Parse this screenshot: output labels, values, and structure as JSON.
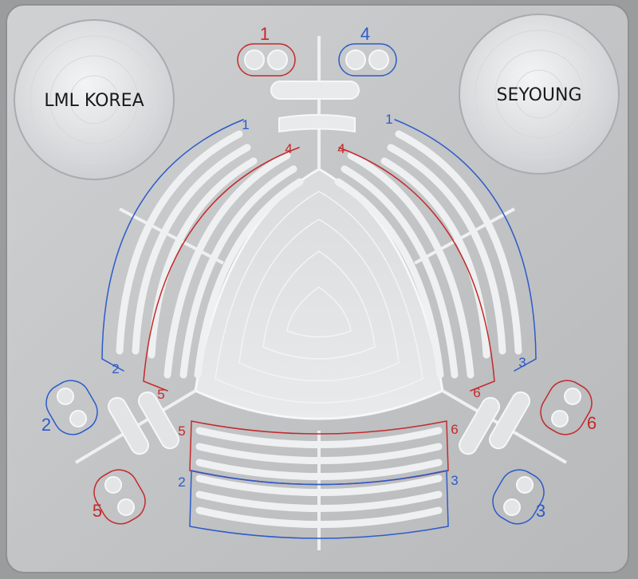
{
  "plaques": {
    "left": "LML KOREA",
    "right": "SEYOUNG"
  },
  "labels": {
    "top_red": "1",
    "top_blue": "4",
    "upper_left_blue": "1",
    "upper_left_red": "4",
    "upper_right_red": "4",
    "upper_right_blue": "1",
    "mid_left_blue": "2",
    "mid_left_red": "5",
    "mid_right_red": "6",
    "mid_right_blue": "3",
    "side_left_blue": "2",
    "side_left_red": "5",
    "side_right_red": "6",
    "side_right_blue": "3",
    "bottom_left_red": "5",
    "bottom_left_blue": "2",
    "bottom_right_red": "6",
    "bottom_right_blue": "3"
  },
  "colors": {
    "red": "#c42a2a",
    "blue": "#2d5bc9",
    "plate": "#c7c9cb",
    "groove": "#eef0f1"
  }
}
